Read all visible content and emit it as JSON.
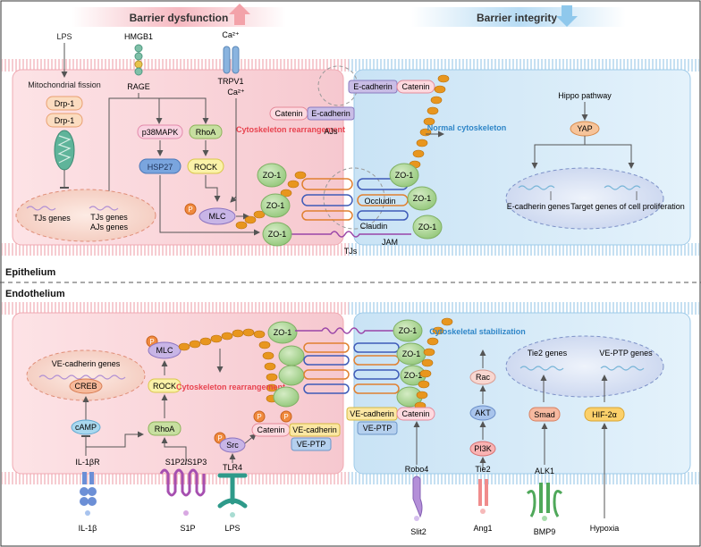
{
  "header": {
    "dysfunction": "Barrier dysfunction",
    "integrity": "Barrier integrity"
  },
  "sections": {
    "epithelium": "Epithelium",
    "endothelium": "Endothelium"
  },
  "epithelium": {
    "lps": "LPS",
    "mito_fission": "Mitochondrial fission",
    "drp1_a": "Drp-1",
    "drp1_b": "Drp-1",
    "hmgb1": "HMGB1",
    "rage": "RAGE",
    "ca_out": "Ca²⁺",
    "ca_in": "Ca²⁺",
    "trpv1": "TRPV1",
    "p38": "p38MAPK",
    "rhoa": "RhoA",
    "hsp27": "HSP27",
    "rock": "ROCK",
    "p": "P",
    "mlc": "MLC",
    "tj_genes": "TJs genes",
    "tj_genes2": "TJs genes",
    "aj_genes": "AJs genes",
    "catenin_left": "Catenin",
    "ecad_left": "E-cadherin",
    "ecad_top": "E-cadherin",
    "catenin_top": "Catenin",
    "cytoskel_rearr": "Cytoskeleton rearrangement",
    "ajs": "AJs",
    "normal_cyto": "Normal cytoskeleton",
    "zo1": "ZO-1",
    "occludin": "Occludin",
    "claudin": "Claudin",
    "jam": "JAM",
    "tjs": "TJs",
    "hippo": "Hippo pathway",
    "yap": "YAP",
    "ecad_genes": "E-cadherin genes",
    "target_genes": "Target genes of cell proliferation"
  },
  "endothelium": {
    "vecad_genes": "VE-cadherin genes",
    "creb": "CREB",
    "camp": "cAMP",
    "il1br": "IL-1βR",
    "il1b": "IL-1β",
    "mlc": "MLC",
    "rock": "ROCK",
    "rhoa": "RhoA",
    "s1p2": "S1P2/S1P3",
    "s1p": "S1P",
    "cytoskel_rearr": "Cytoskeleton rearrangement",
    "src": "Src",
    "tlr4": "TLR4",
    "lps": "LPS",
    "catenin": "Catenin",
    "vecad_left": "VE-cadherin",
    "veptp_left": "VE-PTP",
    "vecad_right": "VE-cadherin",
    "catenin_right": "Catenin",
    "veptp_right": "VE-PTP",
    "zo1": "ZO-1",
    "p": "P",
    "cyto_stab": "Cytoskeletal stabilization",
    "rac": "Rac",
    "akt": "AKT",
    "pi3k": "PI3K",
    "tie2": "Tie2",
    "ang1": "Ang1",
    "robo4": "Robo4",
    "slit2": "Slit2",
    "tie2_genes": "Tie2 genes",
    "veptp_genes": "VE-PTP genes",
    "smad": "Smad",
    "hif": "HIF-2α",
    "alk1": "ALK1",
    "bmp9": "BMP9",
    "hypoxia": "Hypoxia"
  },
  "colors": {
    "dysfunction_cell": "#f6cfd4",
    "integrity_cell": "#cfe7f7",
    "actin": "#e8961e",
    "zo1": "#b7dca0",
    "red_text": "#e8434f",
    "blue_text": "#2f86c8"
  }
}
